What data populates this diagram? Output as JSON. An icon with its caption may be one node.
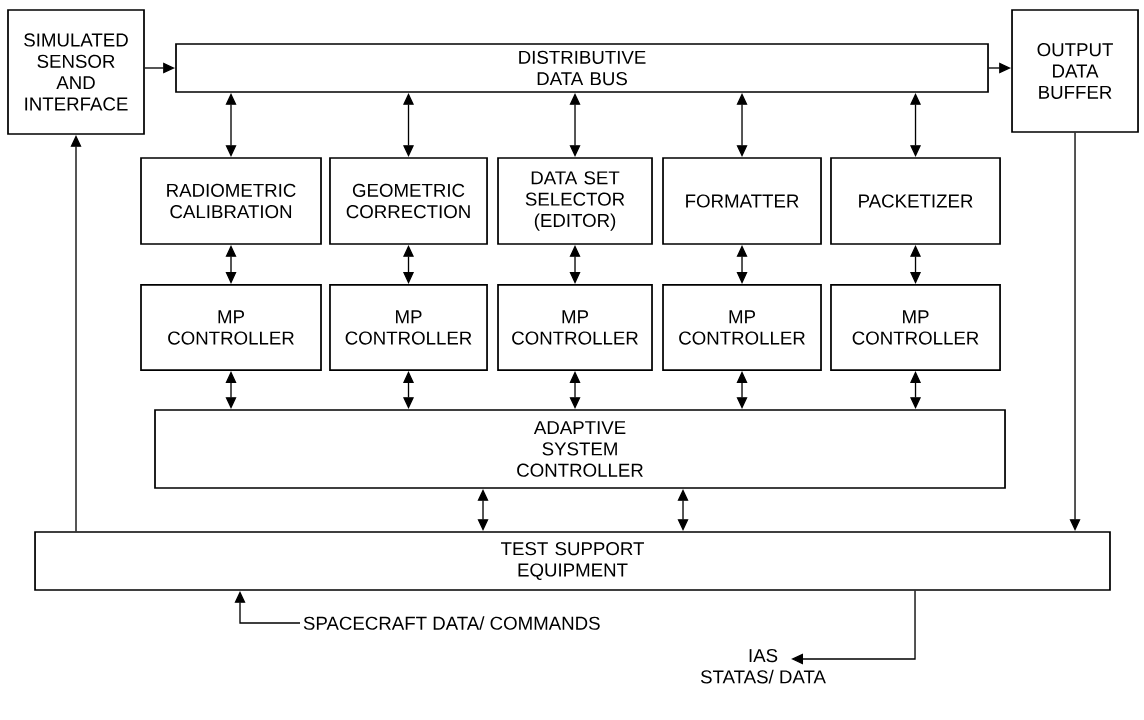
{
  "diagram": {
    "nodes": [
      {
        "text": [
          "SIMULATED SENSOR AND INTERFACE"
        ]
      },
      {
        "text": [
          "DISTRIBUTIVE DATA BUS"
        ]
      },
      {
        "text": [
          "OUTPUT DATA BUFFER"
        ]
      },
      {
        "text": [
          "RADIOMETRIC CALIBRATION"
        ]
      },
      {
        "text": [
          "GEOMETRIC CORRECTION"
        ]
      },
      {
        "text": [
          "DATA SET SELECTOR (EDITOR)"
        ]
      },
      {
        "text": [
          "FORMATTER"
        ]
      },
      {
        "text": [
          "PACKETIZER"
        ]
      },
      {
        "text": [
          "MP CONTROLLER"
        ]
      },
      {
        "text": [
          "MP CONTROLLER"
        ]
      },
      {
        "text": [
          "MP CONTROLLER"
        ]
      },
      {
        "text": [
          "MP CONTROLLER"
        ]
      },
      {
        "text": [
          "MP CONTROLLER"
        ]
      },
      {
        "text": [
          "ADAPTIVE SYSTEM CONTROLLER"
        ]
      },
      {
        "text": [
          "TEST SUPPORT EQUIPMENT"
        ]
      },
      {
        "text": [
          "SPACECRAFT DATA/ COMMANDS"
        ]
      },
      {
        "text": [
          "IAS",
          "STATAS/ DATA"
        ]
      }
    ],
    "edges": [
      {
        "from": 0,
        "to": 1,
        "arrow": "to"
      },
      {
        "from": 1,
        "to": 2,
        "arrow": "to"
      },
      {
        "from": 1,
        "to": 3,
        "arrow": "both"
      },
      {
        "from": 1,
        "to": 4,
        "arrow": "both"
      },
      {
        "from": 1,
        "to": 5,
        "arrow": "both"
      },
      {
        "from": 1,
        "to": 6,
        "arrow": "both"
      },
      {
        "from": 1,
        "to": 7,
        "arrow": "both"
      },
      {
        "from": 3,
        "to": 8,
        "arrow": "both"
      },
      {
        "from": 4,
        "to": 9,
        "arrow": "both"
      },
      {
        "from": 5,
        "to": 10,
        "arrow": "both"
      },
      {
        "from": 6,
        "to": 11,
        "arrow": "both"
      },
      {
        "from": 7,
        "to": 12,
        "arrow": "both"
      },
      {
        "from": 8,
        "to": 13,
        "arrow": "both"
      },
      {
        "from": 9,
        "to": 13,
        "arrow": "both"
      },
      {
        "from": 10,
        "to": 13,
        "arrow": "both"
      },
      {
        "from": 11,
        "to": 13,
        "arrow": "both"
      },
      {
        "from": 12,
        "to": 13,
        "arrow": "both"
      },
      {
        "from": 13,
        "to": 14,
        "arrow": "both"
      },
      {
        "from": 13,
        "to": 14,
        "arrow": "both"
      },
      {
        "from": 14,
        "to": 0,
        "arrow": "to"
      },
      {
        "from": 2,
        "to": 14,
        "arrow": "to"
      },
      {
        "from": 15,
        "to": 14,
        "arrow": "to"
      },
      {
        "from": 14,
        "to": 16,
        "arrow": "to"
      }
    ]
  }
}
